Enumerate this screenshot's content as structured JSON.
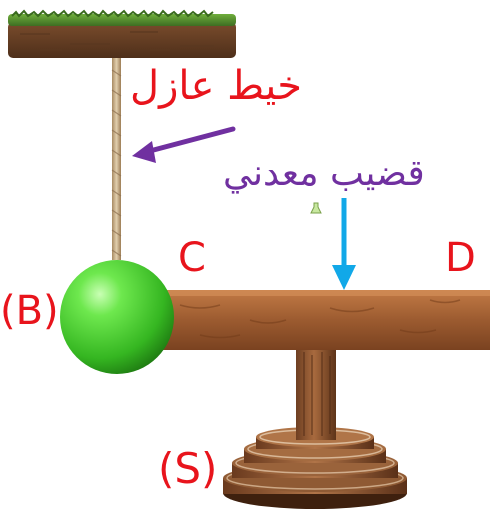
{
  "labels": {
    "insulating_thread": "خيط عازل",
    "metal_rod": "قضيب معدني",
    "point_c": "C",
    "point_d": "D",
    "sphere": "(B)",
    "stand": "(S)"
  },
  "colors": {
    "thread_label": "#e8141c",
    "rod_label": "#7030a0",
    "letter_labels": "#e8141c",
    "thread_arrow": "#7030a0",
    "rod_arrow": "#11a8e8",
    "sphere": "#4cd636",
    "rod": "#a86536",
    "grass": "#4f8a2c",
    "soil": "#6b4226"
  }
}
